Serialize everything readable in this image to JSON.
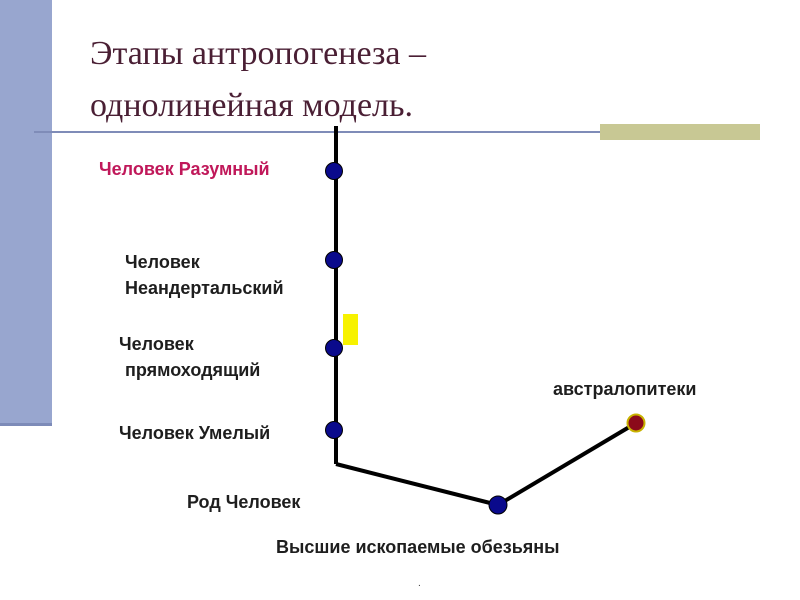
{
  "title": {
    "line1": "Этапы антропогенеза –",
    "line2": "однолинейная модель."
  },
  "nodes": {
    "sapiens": "Человек Разумный",
    "neanderthal": {
      "line1": "Человек",
      "line2": "Неандертальский"
    },
    "erectus": {
      "line1": "Человек",
      "line2": "прямоходящий"
    },
    "habilis": "Человек Умелый",
    "homo_genus": "Род Человек",
    "australopithecus": "австралопитеки",
    "fossil_apes": "Высшие ископаемые обезьяны"
  },
  "footnote": ".",
  "colors": {
    "title": "#4a1f34",
    "accent_pink": "#c0185a",
    "node_blue": "#0a0a8c",
    "node_maroon": "#8b0a1a",
    "sidebar": "#98a6cf",
    "olive_bar": "#c8c894",
    "yellow_accent": "#f7f200"
  }
}
